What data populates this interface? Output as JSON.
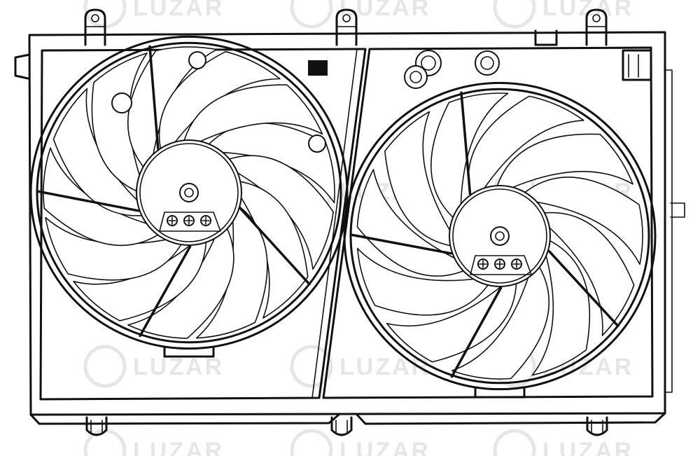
{
  "watermark": {
    "brand": "LUZAR"
  },
  "colors": {
    "line": "#111111",
    "background": "#ffffff",
    "watermark": "#e6e6e6"
  },
  "parts": {
    "shroud": "fan-shroud-frame",
    "fan_left": {
      "blades": 13
    },
    "fan_right": {
      "blades": 11
    }
  }
}
